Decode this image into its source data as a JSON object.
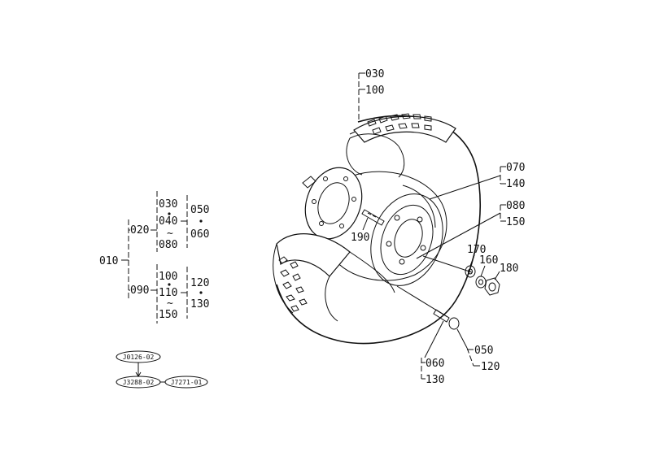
{
  "tree": {
    "root": "010",
    "group_a": {
      "label": "020",
      "items": [
        "030",
        "040",
        "080"
      ],
      "items2": [
        "050",
        "060"
      ],
      "tilde": "~"
    },
    "group_b": {
      "label": "090",
      "items": [
        "100",
        "110",
        "150"
      ],
      "items2": [
        "120",
        "130"
      ],
      "tilde": "~"
    }
  },
  "refs": {
    "top": "J0126-02",
    "left": "J3288-02",
    "right": "J7271-01"
  },
  "parts": {
    "p030": "030",
    "p100": "100",
    "p070": "070",
    "p140": "140",
    "p080": "080",
    "p150": "150",
    "p190": "190",
    "p170": "170",
    "p160": "160",
    "p180": "180",
    "p050": "050",
    "p120": "120",
    "p060": "060",
    "p130": "130"
  }
}
